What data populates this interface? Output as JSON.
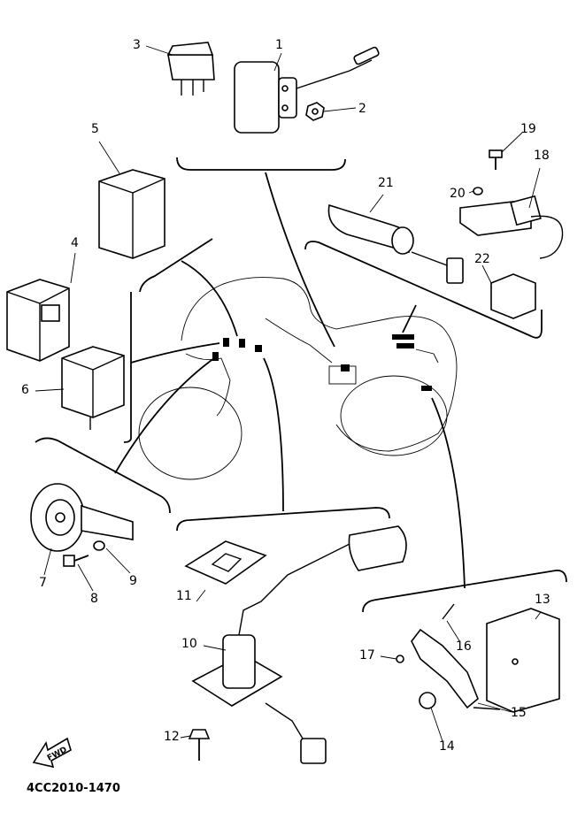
{
  "diagram": {
    "part_code": "4CC2010-1470",
    "fwd_label": "FWD",
    "callouts": [
      "1",
      "2",
      "3",
      "4",
      "5",
      "6",
      "7",
      "8",
      "9",
      "10",
      "11",
      "12",
      "13",
      "14",
      "15",
      "16",
      "17",
      "18",
      "19",
      "20",
      "21",
      "22"
    ]
  }
}
